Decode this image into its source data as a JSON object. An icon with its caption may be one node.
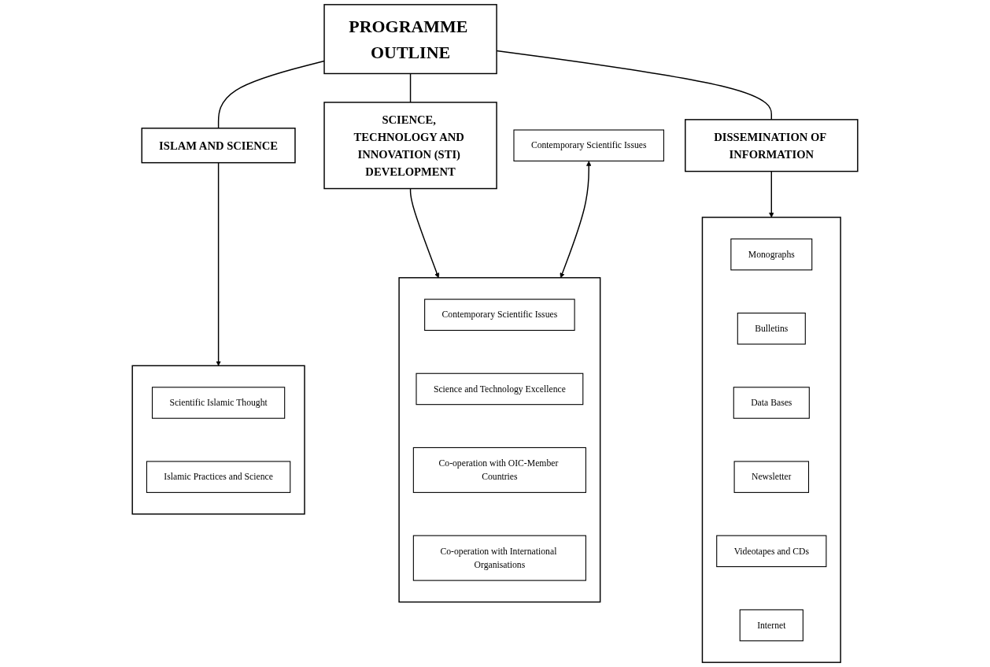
{
  "diagram": {
    "nodes": [
      {
        "text": [
          "PROGRAMME OUTLINE"
        ]
      },
      {
        "text": [
          "ISLAM AND SCIENCE"
        ]
      },
      {
        "text": [],
        "shape": "box"
      },
      {
        "text": [
          "Scientific Islamic Thought"
        ],
        "in": 2
      },
      {
        "text": [
          "Islamic Practices and Science"
        ],
        "in": 2
      },
      {
        "text": [
          "SCIENCE, TECHNOLOGY AND INNOVATION (STI) DEVELOPMENT"
        ]
      },
      {
        "text": [],
        "shape": "box"
      },
      {
        "text": [
          "Contemporary Scientific Issues"
        ],
        "in": 6
      },
      {
        "text": [
          "Science and Technology Excellence"
        ],
        "in": 6
      },
      {
        "text": [
          "Co-operation with OIC-Member Countries"
        ],
        "in": 6
      },
      {
        "text": [
          "Co-operation with International Organisations"
        ],
        "in": 6
      },
      {
        "text": [
          "DISSEMINATION OF INFORMATION"
        ]
      },
      {
        "text": [],
        "shape": "box"
      },
      {
        "text": [
          "Monographs"
        ],
        "in": 12
      },
      {
        "text": [
          "Bulletins"
        ],
        "in": 12
      },
      {
        "text": [
          "Data Bases"
        ],
        "in": 12
      },
      {
        "text": [
          "Newsletter"
        ],
        "in": 12
      },
      {
        "text": [
          "Videotapes and CDs"
        ],
        "in": 12
      },
      {
        "text": [
          "Internet"
        ],
        "in": 12
      },
      {
        "text": [
          "Contemporary Scientific Issues"
        ]
      }
    ],
    "edges": [
      {
        "from": 0,
        "to": 1,
        "arrow": "none"
      },
      {
        "from": 0,
        "to": 5,
        "arrow": "none"
      },
      {
        "from": 0,
        "to": 11,
        "arrow": "none"
      },
      {
        "from": 1,
        "to": 2,
        "arrow": "to"
      },
      {
        "from": 5,
        "to": 6,
        "arrow": "to"
      },
      {
        "from": 11,
        "to": 12,
        "arrow": "to"
      },
      {
        "from": 19,
        "to": 6,
        "arrow": "both"
      }
    ]
  }
}
